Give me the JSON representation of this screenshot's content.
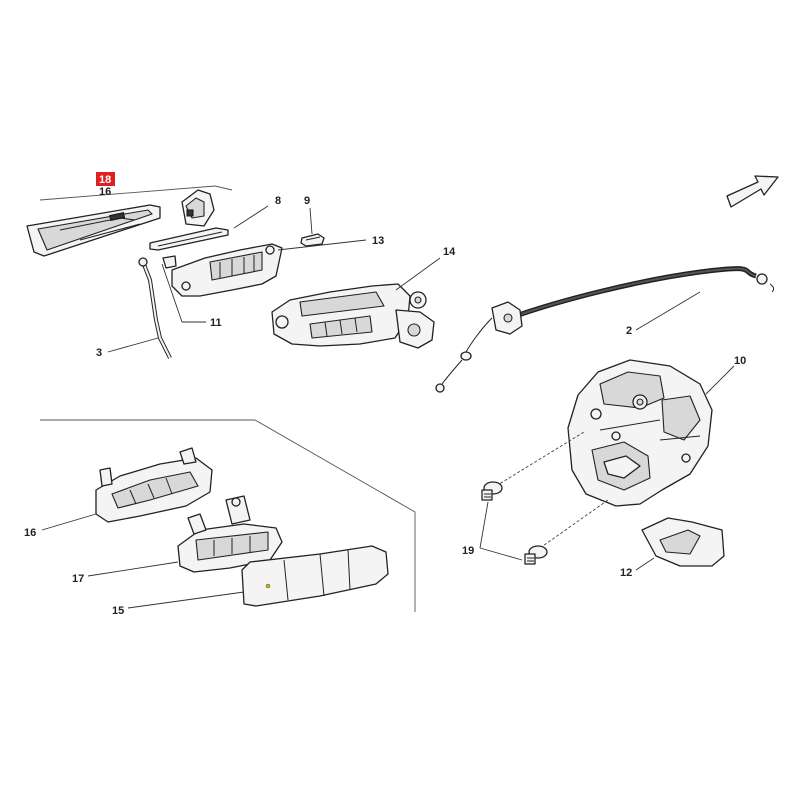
{
  "diagram": {
    "callouts": [
      {
        "id": "18",
        "text": "18",
        "highlight": true
      },
      {
        "id": "16top",
        "text": "16"
      },
      {
        "id": "8",
        "text": "8"
      },
      {
        "id": "9",
        "text": "9"
      },
      {
        "id": "13",
        "text": "13"
      },
      {
        "id": "14",
        "text": "14"
      },
      {
        "id": "11",
        "text": "11"
      },
      {
        "id": "3",
        "text": "3"
      },
      {
        "id": "2",
        "text": "2"
      },
      {
        "id": "10",
        "text": "10"
      },
      {
        "id": "16",
        "text": "16"
      },
      {
        "id": "17",
        "text": "17"
      },
      {
        "id": "15",
        "text": "15"
      },
      {
        "id": "19",
        "text": "19"
      },
      {
        "id": "12",
        "text": "12"
      }
    ],
    "colors": {
      "highlight": "#e02020",
      "ink": "#222222",
      "fill": "#f4f4f4"
    },
    "icons": [
      "direction-arrow-icon"
    ]
  }
}
